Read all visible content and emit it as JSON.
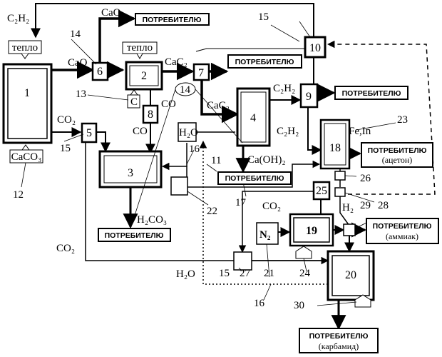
{
  "consumer_label": "ПОТРЕБИТЕЛЮ",
  "consumer_acetone": "(ацетон)",
  "consumer_ammonia": "(аммиак)",
  "consumer_urea": "(карбамид)",
  "heat_label": "тепло",
  "blocks": {
    "b1": "1",
    "b2": "2",
    "b3": "3",
    "b4": "4",
    "b5": "5",
    "b6": "6",
    "b7": "7",
    "b8": "8",
    "b9": "9",
    "b10": "10",
    "b18": "18",
    "b19": "19",
    "b20": "20",
    "b25": "25"
  },
  "substances": {
    "c2h2": "C₂H₂",
    "cao": "CaO",
    "cac2": "CaC₂",
    "co": "CO",
    "co2": "CO₂",
    "c": "C",
    "caco3": "CaCO₃",
    "h2o": "H₂O",
    "caoh2": "Ca(OH)₂",
    "h2co3": "H₂CO₃",
    "fein": "Fe,In",
    "n2": "N₂",
    "h2": "H₂"
  },
  "refs": {
    "r11": "11",
    "r12": "12",
    "r13": "13",
    "r14": "14",
    "r15": "15",
    "r16": "16",
    "r17": "17",
    "r21": "21",
    "r22": "22",
    "r23": "23",
    "r24": "24",
    "r26": "26",
    "r27": "27",
    "r28": "28",
    "r29": "29",
    "r30": "30"
  }
}
